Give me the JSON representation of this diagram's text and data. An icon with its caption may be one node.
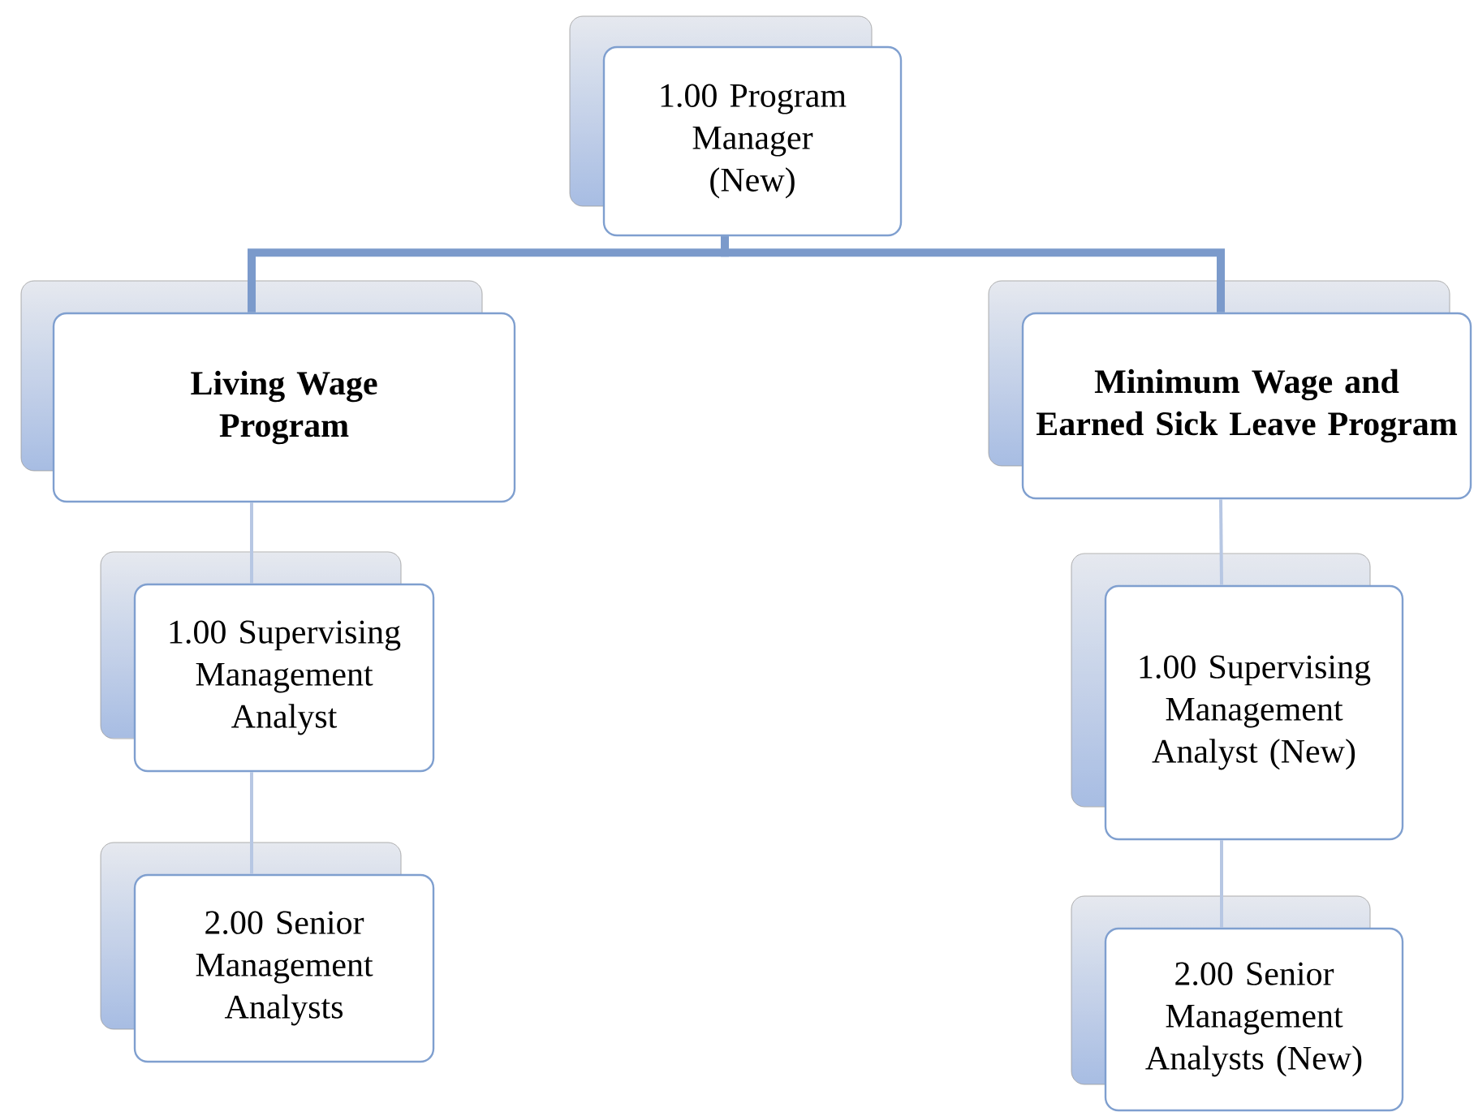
{
  "diagram": {
    "nodes": [
      {
        "text": [
          "1.00 Program Manager (New)"
        ]
      },
      {
        "text": [
          "Living Wage Program"
        ]
      },
      {
        "text": [
          "Minimum Wage and Earned Sick Leave Program"
        ]
      },
      {
        "text": [
          "1.00 Supervising Management Analyst"
        ]
      },
      {
        "text": [
          "2.00 Senior Management Analysts"
        ]
      },
      {
        "text": [
          "1.00 Supervising Management Analyst (New)"
        ]
      },
      {
        "text": [
          "2.00 Senior Management Analysts (New)"
        ]
      }
    ],
    "edges": [
      {
        "from": 0,
        "to": 1,
        "arrow": "none",
        "style": "thick",
        "color": "#7b9acb"
      },
      {
        "from": 0,
        "to": 2,
        "arrow": "none",
        "style": "thick",
        "color": "#7b9acb"
      },
      {
        "from": 1,
        "to": 3,
        "arrow": "none"
      },
      {
        "from": 3,
        "to": 4,
        "arrow": "none"
      },
      {
        "from": 2,
        "to": 5,
        "arrow": "none"
      },
      {
        "from": 5,
        "to": 6,
        "arrow": "none"
      }
    ]
  }
}
